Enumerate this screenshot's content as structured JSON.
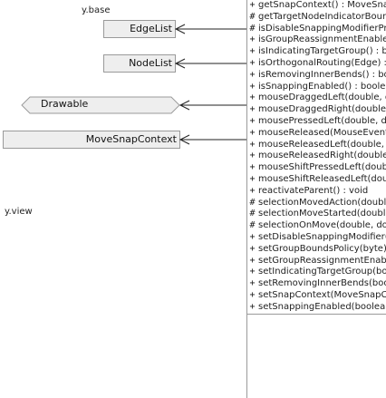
{
  "packages": {
    "ybase": "y.base",
    "yview": "y.view"
  },
  "classes": {
    "edgelist": "EdgeList",
    "nodelist": "NodeList",
    "drawable": "Drawable",
    "movesnapcontext": "MoveSnapContext"
  },
  "members": [
    {
      "sym": "+",
      "sig": "getSnapContext() : MoveSnapC"
    },
    {
      "sym": "#",
      "sig": "getTargetNodeIndicatorBounds"
    },
    {
      "sym": "#",
      "sig": "isDisableSnappingModifierPres"
    },
    {
      "sym": "+",
      "sig": "isGroupReassignmentEnabled("
    },
    {
      "sym": "+",
      "sig": "isIndicatingTargetGroup() : boc"
    },
    {
      "sym": "+",
      "sig": "isOrthogonalRouting(Edge) : bo"
    },
    {
      "sym": "+",
      "sig": "isRemovingInnerBends() : boole"
    },
    {
      "sym": "+",
      "sig": "isSnappingEnabled() : boolean"
    },
    {
      "sym": "+",
      "sig": "mouseDraggedLeft(double, do"
    },
    {
      "sym": "+",
      "sig": "mouseDraggedRight(double, d"
    },
    {
      "sym": "+",
      "sig": "mousePressedLeft(double, dou"
    },
    {
      "sym": "+",
      "sig": "mouseReleased(MouseEvent)"
    },
    {
      "sym": "+",
      "sig": "mouseReleasedLeft(double, dc"
    },
    {
      "sym": "+",
      "sig": "mouseReleasedRight(double, c"
    },
    {
      "sym": "+",
      "sig": "mouseShiftPressedLeft(double,"
    },
    {
      "sym": "+",
      "sig": "mouseShiftReleasedLeft(double"
    },
    {
      "sym": "+",
      "sig": "reactivateParent() : void"
    },
    {
      "sym": "#",
      "sig": "selectionMovedAction(double, c"
    },
    {
      "sym": "#",
      "sig": "selectionMoveStarted(double, c"
    },
    {
      "sym": "#",
      "sig": "selectionOnMove(double, doub"
    },
    {
      "sym": "+",
      "sig": "setDisableSnappingModifier(int"
    },
    {
      "sym": "+",
      "sig": "setGroupBoundsPolicy(byte) : v"
    },
    {
      "sym": "+",
      "sig": "setGroupReassignmentEnablec"
    },
    {
      "sym": "+",
      "sig": "setIndicatingTargetGroup(bool"
    },
    {
      "sym": "+",
      "sig": "setRemovingInnerBends(boolea"
    },
    {
      "sym": "+",
      "sig": "setSnapContext(MoveSnapCont"
    },
    {
      "sym": "+",
      "sig": "setSnappingEnabled(boolean)"
    }
  ]
}
